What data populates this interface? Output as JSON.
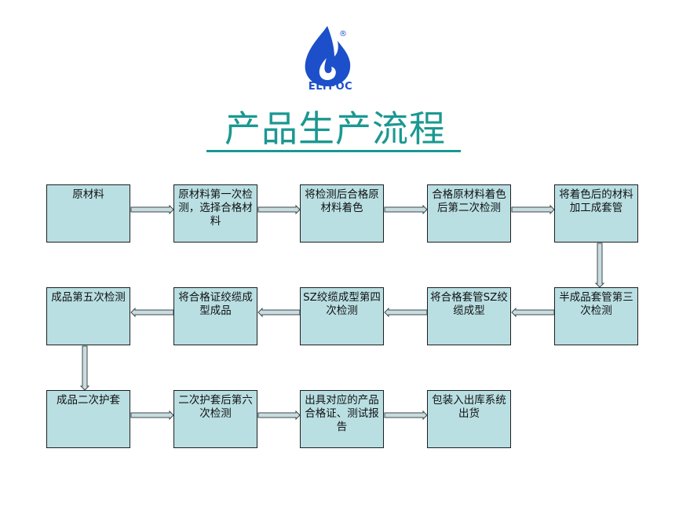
{
  "brand": {
    "name": "ELTFOC",
    "registered_mark": "®",
    "logo_icon": "flame-drop-icon",
    "logo_color": "#1c4fc9"
  },
  "title": {
    "text": "产品生产流程",
    "color": "#1a9891"
  },
  "flow": {
    "box_fill": "#b9dfe3",
    "arrow_fill": "#c9dde0",
    "steps": [
      {
        "id": 1,
        "label": "原材料"
      },
      {
        "id": 2,
        "label": "原材料第一次检测，选择合格材料"
      },
      {
        "id": 3,
        "label": "将检测后合格原材料着色"
      },
      {
        "id": 4,
        "label": "合格原材料着色后第二次检测"
      },
      {
        "id": 5,
        "label": "将着色后的材料加工成套管"
      },
      {
        "id": 6,
        "label": "半成品套管第三次检测"
      },
      {
        "id": 7,
        "label": "将合格套管SZ绞缆成型"
      },
      {
        "id": 8,
        "label": "SZ绞缆成型第四次检测"
      },
      {
        "id": 9,
        "label": "将合格证绞缆成型成品"
      },
      {
        "id": 10,
        "label": "成品第五次检测"
      },
      {
        "id": 11,
        "label": "成品二次护套"
      },
      {
        "id": 12,
        "label": "二次护套后第六次检测"
      },
      {
        "id": 13,
        "label": "出具对应的产品合格证、测试报告"
      },
      {
        "id": 14,
        "label": "包装入出库系统出货"
      }
    ],
    "connections": [
      {
        "from": 1,
        "to": 2,
        "direction": "right"
      },
      {
        "from": 2,
        "to": 3,
        "direction": "right"
      },
      {
        "from": 3,
        "to": 4,
        "direction": "right"
      },
      {
        "from": 4,
        "to": 5,
        "direction": "right"
      },
      {
        "from": 5,
        "to": 6,
        "direction": "down"
      },
      {
        "from": 6,
        "to": 7,
        "direction": "left"
      },
      {
        "from": 7,
        "to": 8,
        "direction": "left"
      },
      {
        "from": 8,
        "to": 9,
        "direction": "left"
      },
      {
        "from": 9,
        "to": 10,
        "direction": "left"
      },
      {
        "from": 10,
        "to": 11,
        "direction": "down"
      },
      {
        "from": 11,
        "to": 12,
        "direction": "right"
      },
      {
        "from": 12,
        "to": 13,
        "direction": "right"
      },
      {
        "from": 13,
        "to": 14,
        "direction": "right"
      }
    ]
  }
}
